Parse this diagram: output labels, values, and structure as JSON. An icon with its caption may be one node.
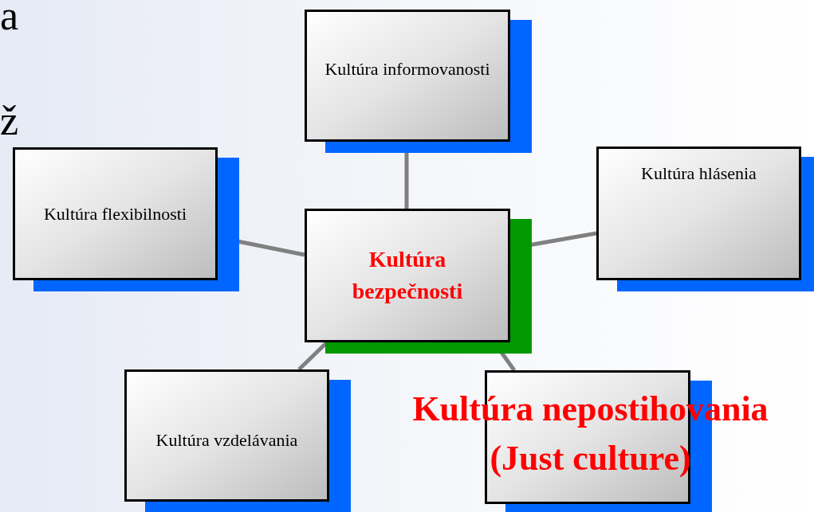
{
  "diagram": {
    "nodes": [
      {
        "text": [
          "Kultúra informovanosti"
        ]
      },
      {
        "text": [
          "Kultúra flexibilnosti"
        ]
      },
      {
        "text": [
          "Kultúra hlásenia"
        ]
      },
      {
        "text": [
          "Kultúra bezpečnosti"
        ]
      },
      {
        "text": [
          "Kultúra vzdelávania"
        ]
      },
      {
        "text": [
          "Kultúra nepostihovania (Just culture)"
        ]
      }
    ],
    "edges": [
      {
        "from": 3,
        "to": 0,
        "arrow": "none"
      },
      {
        "from": 3,
        "to": 1,
        "arrow": "none"
      },
      {
        "from": 3,
        "to": 2,
        "arrow": "none"
      },
      {
        "from": 3,
        "to": 4,
        "arrow": "none"
      },
      {
        "from": 3,
        "to": 5,
        "arrow": "none"
      }
    ],
    "labels": [
      "a",
      "ž"
    ]
  }
}
